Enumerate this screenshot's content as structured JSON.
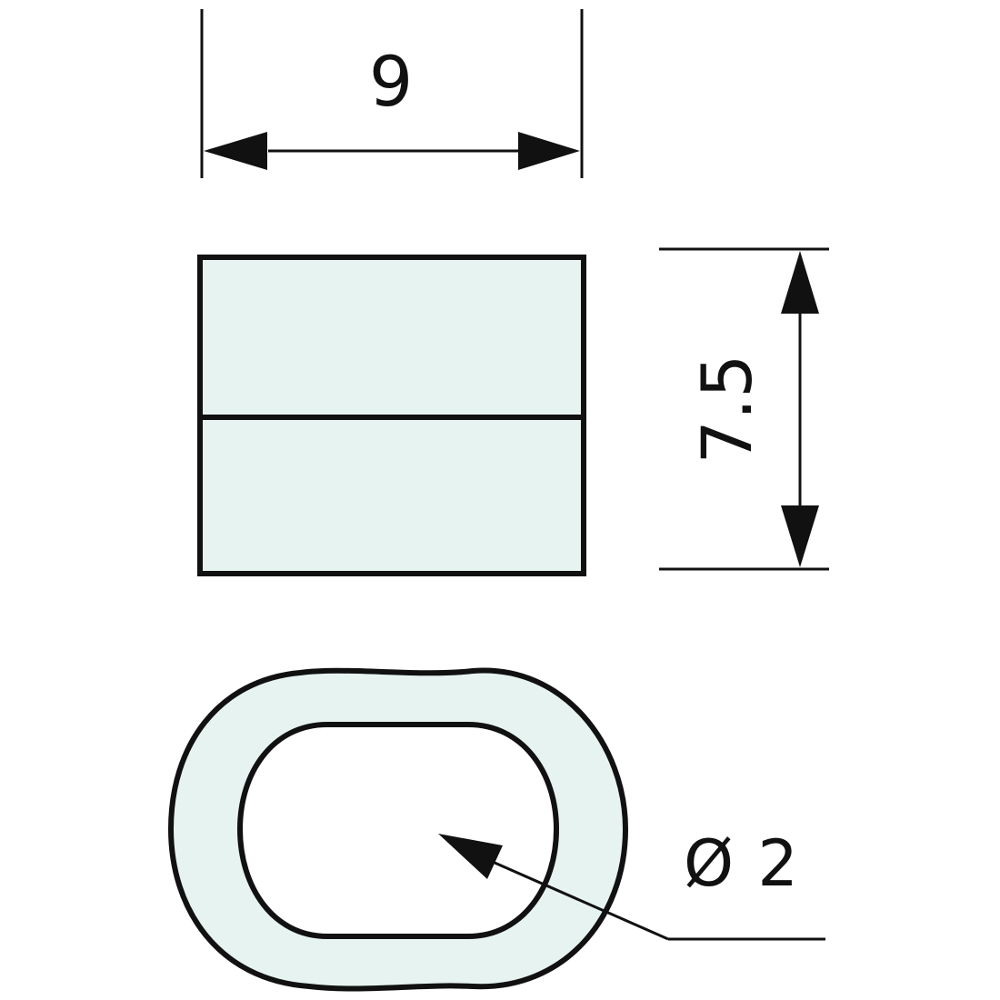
{
  "drawing": {
    "type": "technical drawing",
    "part": "oval crimp sleeve",
    "colors": {
      "line": "#111111",
      "fill": "#e6f3f1",
      "background": "#ffffff"
    }
  },
  "dimensions": {
    "width": {
      "label": "9",
      "orientation": "horizontal"
    },
    "height": {
      "label": "7.5",
      "orientation": "vertical"
    },
    "hole_diameter": {
      "label": "Ø 2",
      "orientation": "leader"
    }
  },
  "views": [
    {
      "name": "side-view",
      "shape": "rectangle split by horizontal line"
    },
    {
      "name": "end-view",
      "shape": "oval ring with oval hole"
    }
  ]
}
